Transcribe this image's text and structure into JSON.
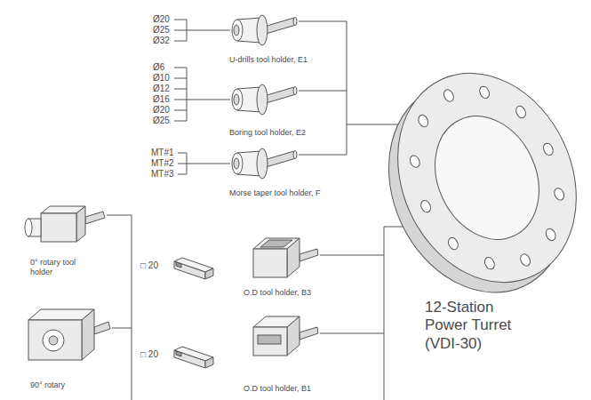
{
  "diagram": {
    "labels": [
      "Ø20",
      "Ø25",
      "Ø32",
      "U-drills tool holder, E1",
      "Ø6",
      "Ø10",
      "Ø12",
      "Ø16",
      "Ø20",
      "Ø25",
      "Boring tool holder, E2",
      "MT#1",
      "MT#2",
      "MT#3",
      "Morse taper tool holder, F",
      "0° rotary tool holder",
      "□ 20",
      "O.D tool holder, B3",
      "12-Station Power Turret (VDI-30)",
      "90° rotary",
      "□ 20",
      "O.D tool holder, B1"
    ]
  }
}
